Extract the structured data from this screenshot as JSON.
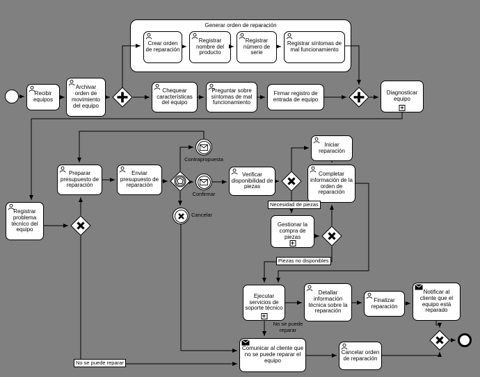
{
  "diagram": {
    "background_color": "#808080",
    "node_fill": "#ffffff",
    "stroke_color": "#000000",
    "group": {
      "title": "Generar orden de reparación"
    },
    "tasks": {
      "crear_orden": "Crear orden de reparación",
      "registrar_nombre": "Registrar nombre del producto",
      "registrar_serie": "Registrar número de serie",
      "registrar_sintomas": "Registrar síntomas de mal funcionamiento",
      "recibir": "Recibir equipos",
      "archivar": "Archivar orden de movimiento del equipo",
      "chequear": "Chequear características del equipo",
      "preguntar": "Preguntar sobre síntomas de mal funcionamiento",
      "firmar": "Firmar registro de entrada de equipo",
      "diagnosticar": "Diagnosticar equipo",
      "registrar_problema": "Registrar problema técnico del equipo",
      "preparar_presupuesto": "Preparar presupuesto de reparación",
      "enviar_presupuesto": "Enviar presupuesto de reparación",
      "verificar": "Verificar disponibilidad de piezas",
      "iniciar": "Iniciar reparación",
      "completar": "Completar información de la orden de reparación",
      "gestionar": "Gestionar la compra de piezas",
      "ejecutar": "Ejecutar servicios de soporte técnico",
      "detallar": "Detallar información técnica sobre la reparación",
      "finalizar": "Finalizar reparación",
      "notificar": "Notificar al cliente que el equipo está reparado",
      "comunicar": "Comunicar al cliente que no se puede reparar el equipo",
      "cancelar_orden": "Cancelar orden de reparación"
    },
    "event_labels": {
      "contrapropuesta": "Contrapropuesta",
      "confirmar": "Confirmar",
      "cancelar": "Cancelar"
    },
    "flow_labels": {
      "necesidad_piezas": "Necesidad de piezas",
      "piezas_no_disponibles": "Piezas no disponibles",
      "no_se_puede_reparar_top": "No se puede reparar",
      "no_se_puede_reparar_bottom": "No se puede reparar"
    },
    "icons": {
      "plus": "+"
    }
  }
}
